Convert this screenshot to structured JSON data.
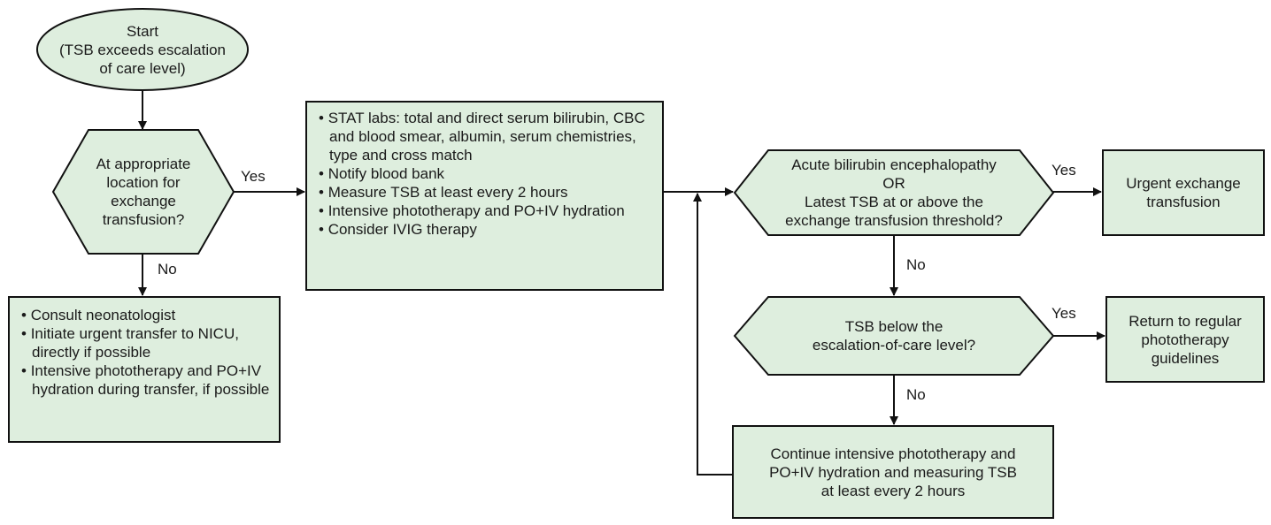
{
  "colors": {
    "node_fill": "#deeede",
    "node_stroke": "#111111",
    "edge": "#111111"
  },
  "nodes": {
    "start": {
      "shape": "ellipse",
      "lines": [
        "Start",
        "(TSB exceeds escalation",
        "of care level)"
      ]
    },
    "location_decision": {
      "shape": "hexagon",
      "lines": [
        "At appropriate",
        "location for",
        "exchange",
        "transfusion?"
      ]
    },
    "transfer_box": {
      "shape": "rect",
      "bullets": [
        "Consult neonatologist",
        "Initiate urgent transfer to NICU, directly if possible",
        "Intensive phototherapy and PO+IV hydration during transfer, if possible"
      ]
    },
    "stat_labs_box": {
      "shape": "rect",
      "bullets": [
        "STAT labs: total and direct serum bilirubin, CBC and blood smear, albumin, serum chemistries, type and cross match",
        "Notify blood bank",
        "Measure TSB at least every 2 hours",
        "Intensive phototherapy and PO+IV hydration",
        "Consider IVIG therapy"
      ]
    },
    "encephalopathy_decision": {
      "shape": "hexagon",
      "lines": [
        "Acute bilirubin encephalopathy",
        "OR",
        "Latest TSB at or above the",
        "exchange transfusion threshold?"
      ]
    },
    "urgent_exchange_box": {
      "shape": "rect",
      "lines": [
        "Urgent exchange",
        "transfusion"
      ]
    },
    "escalation_decision": {
      "shape": "hexagon",
      "lines": [
        "TSB below the",
        "escalation-of-care level?"
      ]
    },
    "return_box": {
      "shape": "rect",
      "lines": [
        "Return to regular",
        "phototherapy",
        "guidelines"
      ]
    },
    "continue_box": {
      "shape": "rect",
      "lines": [
        "Continue intensive phototherapy and",
        "PO+IV hydration and measuring TSB",
        "at least every 2 hours"
      ]
    }
  },
  "edges": [
    {
      "from": "start",
      "to": "location_decision",
      "label": ""
    },
    {
      "from": "location_decision",
      "to": "stat_labs_box",
      "label": "Yes"
    },
    {
      "from": "location_decision",
      "to": "transfer_box",
      "label": "No"
    },
    {
      "from": "stat_labs_box",
      "to": "encephalopathy_decision",
      "label": ""
    },
    {
      "from": "encephalopathy_decision",
      "to": "urgent_exchange_box",
      "label": "Yes"
    },
    {
      "from": "encephalopathy_decision",
      "to": "escalation_decision",
      "label": "No"
    },
    {
      "from": "escalation_decision",
      "to": "return_box",
      "label": "Yes"
    },
    {
      "from": "escalation_decision",
      "to": "continue_box",
      "label": "No"
    },
    {
      "from": "continue_box",
      "to": "encephalopathy_decision",
      "label": ""
    }
  ]
}
